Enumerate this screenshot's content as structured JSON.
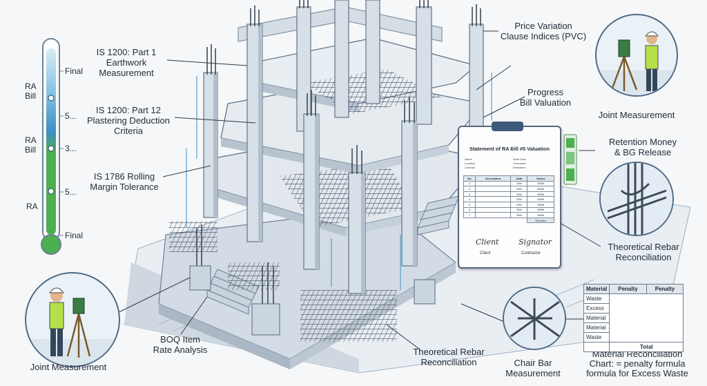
{
  "callouts": {
    "pvc": "Price Variation\nClause Indices (PVC)",
    "is1200_p1": "IS 1200: Part 1\nEarthwork\nMeasurement",
    "progress": "Progress\nBill Valuation",
    "is1200_p12": "IS 1200: Part 12\nPlastering Deduction\nCriteria",
    "is1786": "IS 1786 Rolling\nMargin Tolerance",
    "joint_top": "Joint Measurement",
    "retention": "Retention Money\n& BG Release",
    "theo_right": "Theoretical Rebar\nReconciliation",
    "joint_left": "Joint Measurement",
    "boq": "BOQ Item\nRate Analysis",
    "theo_bottom": "Theoretical Rebar\nReconciliation",
    "chair": "Chair Bar\nMeasurement",
    "material_chart": "Material Reconciliation\nChart: = penalty formula\nformula for Excess Waste"
  },
  "thermometer": {
    "labels": [
      "Final",
      "RA\nBill",
      "5...",
      "RA\nBill",
      "3...",
      "5...",
      "RA",
      "Final"
    ]
  },
  "statement": {
    "title": "Statement of RA Bill #5 Valuation",
    "fields": [
      "Name",
      "Location",
      "Contract",
      "Work Date",
      "Contractor",
      "Estimation"
    ],
    "headers": [
      "No",
      "Description",
      "Data",
      "Values"
    ],
    "rows": [
      [
        "1",
        "",
        "15th",
        "050th"
      ],
      [
        "2",
        "",
        "25th",
        "050th"
      ],
      [
        "3",
        "",
        "20th",
        "050th"
      ],
      [
        "4",
        "",
        "20th",
        "050th"
      ],
      [
        "5",
        "",
        "25th",
        "050th"
      ],
      [
        "6",
        "",
        "20th",
        "050th"
      ],
      [
        "7",
        "",
        "25th",
        "050th"
      ]
    ],
    "operator": "Operator",
    "sig_client": "Client",
    "sig_contractor_script": "Signator",
    "label_client": "Client",
    "label_contractor": "Contractor"
  },
  "penalty_table": {
    "headers": [
      "Material",
      "Penalty",
      "Penalty"
    ],
    "rows": [
      "Waste",
      "Excess",
      "Material",
      "Material",
      "Waste"
    ],
    "total": "Total"
  },
  "colors": {
    "ink": "#1f2a36",
    "line": "#4f6a86",
    "concrete": "#dde3ea",
    "concrete_dark": "#b9c4cf",
    "rebar": "#3e4a58",
    "therm_blue": "#3b8fc4",
    "therm_green": "#4caf50"
  }
}
